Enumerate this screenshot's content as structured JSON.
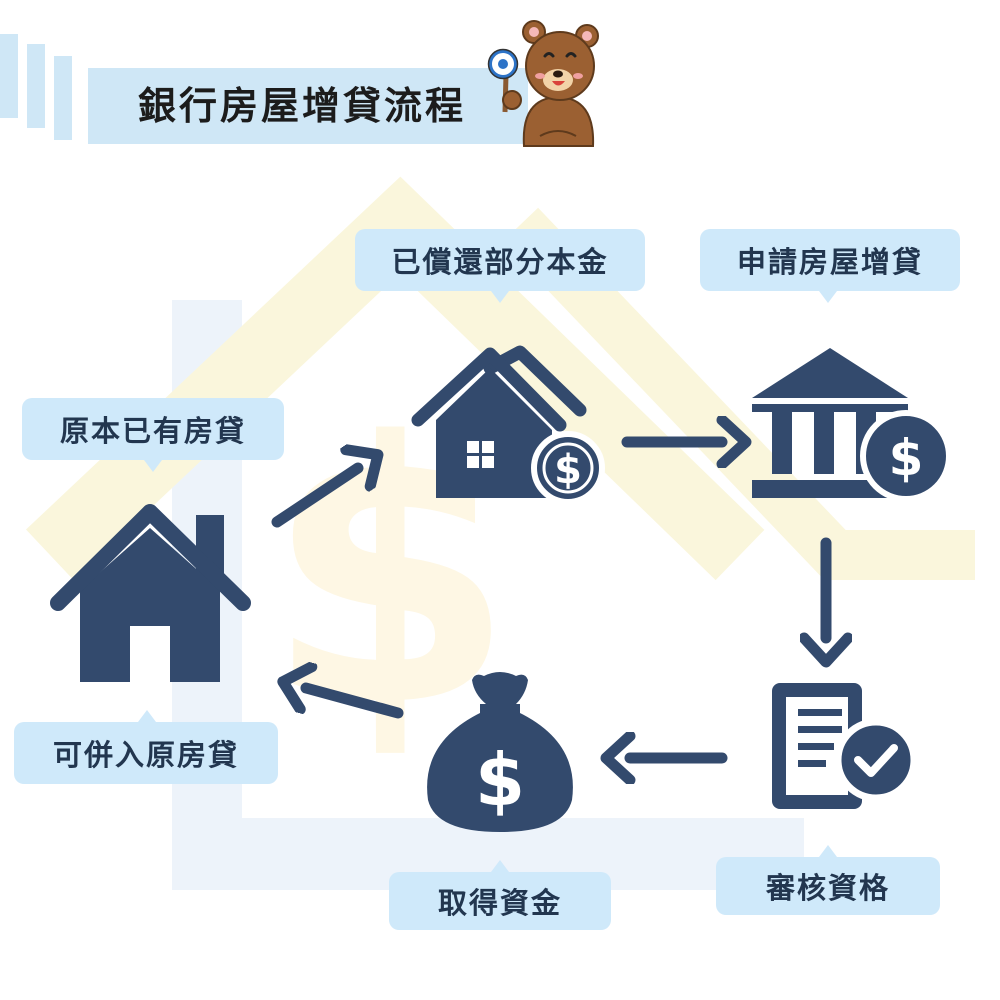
{
  "title": "銀行房屋增貸流程",
  "steps": {
    "existing_loan": "原本已有房貸",
    "repaid_principal": "已償還部分本金",
    "apply_loan": "申請房屋增貸",
    "review": "審核資格",
    "get_funds": "取得資金",
    "merge_loan": "可併入原房貸"
  },
  "icons": {
    "mascot": "bear-mascot-icon",
    "house": "house-icon",
    "house_money": "house-dollar-icon",
    "bank": "bank-dollar-icon",
    "document": "document-check-icon",
    "money_bag": "money-bag-icon",
    "dollar_glyph": "$"
  },
  "colors": {
    "icon_navy": "#334a6d",
    "label_bg": "#cfe9fa",
    "label_text": "#22364f",
    "title_bar": "#cfe7f6",
    "watermark_yellow": "#faf6dc",
    "watermark_blue": "#edf3fa",
    "bear_brown": "#9b6032"
  }
}
